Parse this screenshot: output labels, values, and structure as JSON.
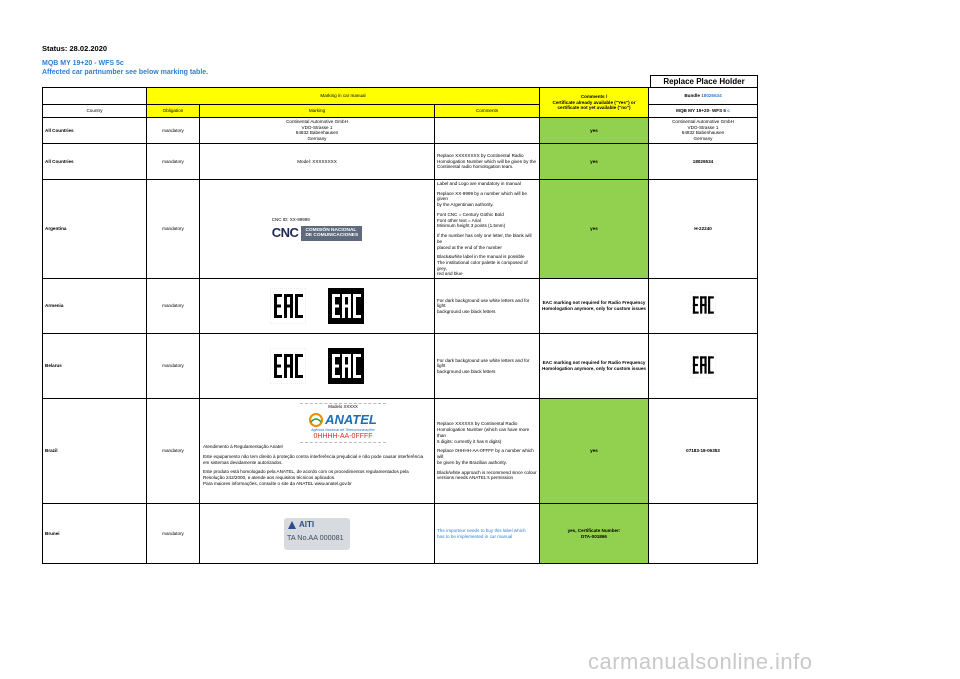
{
  "header": {
    "status": "Status: 28.02.2020",
    "model_line": "MQB MY 19+20 - WFS 5c",
    "affected_line": "Affected car partnumber see below marking table.",
    "replace_place_holder": "Replace Place Holder"
  },
  "table_header": {
    "marking_in_car_manual": "Marking in car manual",
    "comments_title": "Comments /",
    "comments_line2": "Certificate already available (\"Yes\") or",
    "comments_line3": "certificate not yet available (\"no\")",
    "bundle_label": "Bundle",
    "bundle_number": "18026534",
    "country": "Country",
    "obligation": "Obligation",
    "marking": "Marking",
    "comments": "Comments",
    "model_prefix": "MQB MY 19+20- WFS 5",
    "model_suffix": "c"
  },
  "rows": [
    {
      "country": "All Countries",
      "obligation": "mandatory",
      "marking_lines": [
        "Continental Automotive GmbH",
        "VDO-Strasse 1",
        "64832 Babenhausen",
        "Germany"
      ],
      "comments": "",
      "certificate": "yes",
      "part_lines": [
        "Continental Automotive GmbH",
        "VDO-Strasse 1",
        "64832 Babenhausen",
        "Germany"
      ]
    },
    {
      "country": "All Countries",
      "obligation": "mandatory",
      "marking": "Model: XXXXXXXX",
      "comments_lines": [
        "Replace XXXXXXXX by Continental Radio",
        "Homologation Number which will be given by the",
        "Continental radio homologation team."
      ],
      "certificate": "yes",
      "part": "18026534"
    },
    {
      "country": "Argentina",
      "obligation": "mandatory",
      "cnc_id": "CNC ID: XX-99999",
      "cnc_logo": "CNC",
      "cnc_text1": "COMISIÓN NACIONAL",
      "cnc_text2": "DE COMUNICACIONES",
      "comments_lines": [
        "Label and Logo are mandatory in manual",
        "",
        "Replace XX-9999 by a number which will be given",
        "by the Argentinian authority.",
        "",
        "Font CNC = Century Gothic Bold",
        "Font other text  = Arial",
        "Minimum height 3 points (1.5mm)",
        "",
        "If the number has only one letter, the blank will be",
        "placed at the end of the number",
        "",
        "Black&white label in the manual is possible",
        "The institutional color palette is composed of grey,",
        "red and blue"
      ],
      "certificate": "yes",
      "part": "H-22240"
    },
    {
      "country": "Armenia",
      "obligation": "mandatory",
      "comments_lines": [
        "For dark background use white letters and for light",
        "background use black letters"
      ],
      "certificate_lines": [
        "EAC marking not required for Radio Frequency",
        "Homologation anymore, only for custom issues"
      ]
    },
    {
      "country": "Belarus",
      "obligation": "mandatory",
      "comments_lines": [
        "For dark background use white letters and for light",
        "background use black letters"
      ],
      "certificate_lines": [
        "EAC marking not required for Radio Frequency",
        "Homologation anymore, only for custom issues"
      ]
    },
    {
      "country": "Brazil",
      "obligation": "mandatory",
      "anatel_model": "Modelo XXXXX",
      "anatel_name": "ANATEL",
      "anatel_sub": "Agência Nacional de Telecomunicações",
      "anatel_number": "0HHHH-AA-0FFFF",
      "marking_lines": [
        "Atendimento à Regulamentação Anatel",
        "",
        "Este equipamento não tem direito à proteção contra interferência prejudicial e não pode causar interferência",
        "em sistemas devidamente autorizados.",
        "",
        "Este produto está homologado pela ANATEL, de acordo com os procedimentos regulamentados pela",
        "Resolução 242/2000, e atende aos requisitos técnicos aplicados.",
        "Para maiores informações, consulte o site da ANATEL www.anatel.gov.br"
      ],
      "comments_lines": [
        "Replace XXXXXX by Continental Radio",
        "Homologation Number (which can have more than",
        "6 digits: currently it has 6 digits)",
        "",
        "Replace 0HHHH-AA-0FFFF by a number which will",
        "be given by the Brazilian authority.",
        "",
        "Black/white approach is  recommend since colour",
        "versions needs ANATEL's permission"
      ],
      "certificate": "yes",
      "part": "07183-18-06353"
    },
    {
      "country": "Brunei",
      "obligation": "mandatory",
      "aiti_name": "AITI",
      "aiti_number": "TA No.AA 000081",
      "comments_lines": [
        "The importeur needs to buy this label which",
        "has to be implemented in car manual"
      ],
      "certificate_lines": [
        "yes, Certificate Number:",
        "DTA-001866"
      ]
    }
  ],
  "colors": {
    "header_yellow": "#ffff00",
    "certificate_green": "#92d050",
    "accent_blue": "#2e7fd1",
    "cnc_red": "#c8102e",
    "anatel_orange": "#f28c00"
  },
  "watermark": "carmanualsonline.info"
}
